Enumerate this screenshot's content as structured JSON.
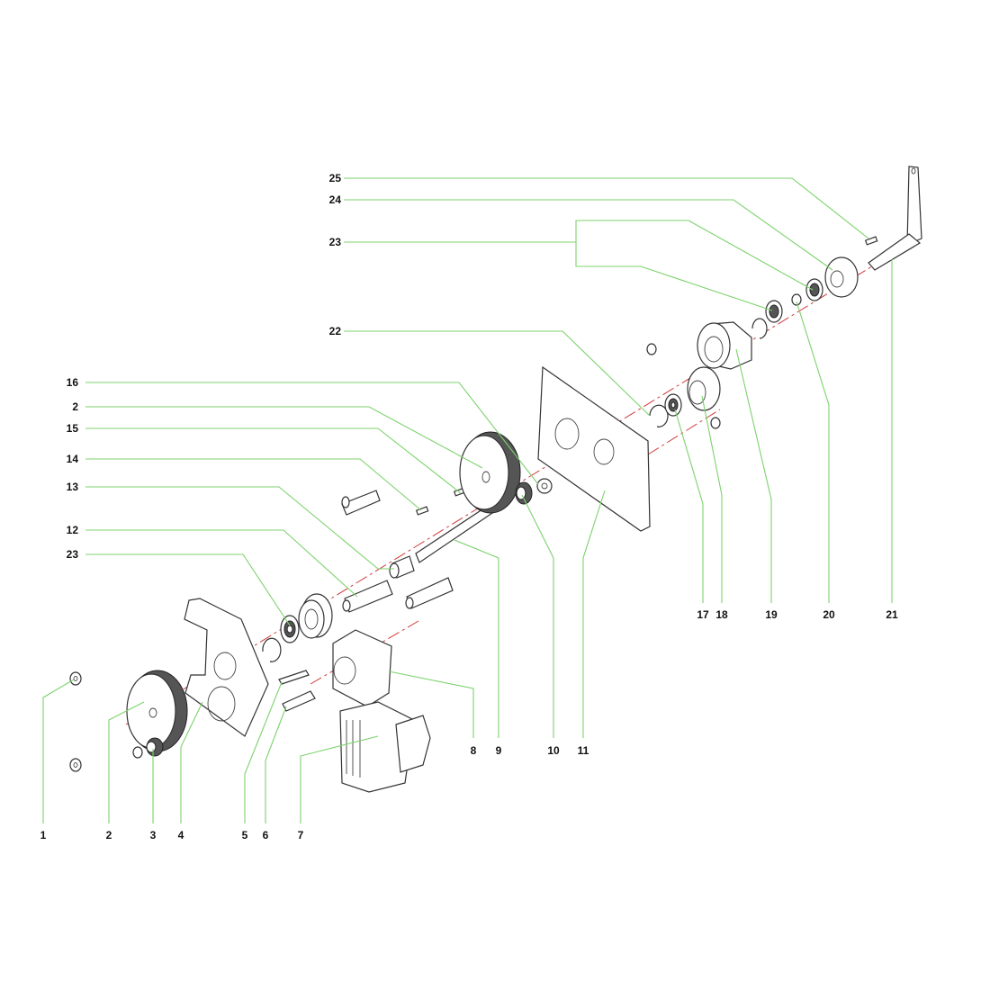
{
  "diagram": {
    "type": "exploded parts drawing",
    "part_labels_left": [
      "25",
      "24",
      "23",
      "22",
      "16",
      "2",
      "15",
      "14",
      "13",
      "12",
      "23"
    ],
    "part_labels_bottom": [
      "1",
      "2",
      "3",
      "4",
      "5",
      "6",
      "7",
      "8",
      "9",
      "10",
      "11",
      "17",
      "18",
      "19",
      "20",
      "21"
    ],
    "colors": {
      "leader": "#7cd26c",
      "axis": "#d03a3a",
      "outline": "#333333"
    }
  }
}
